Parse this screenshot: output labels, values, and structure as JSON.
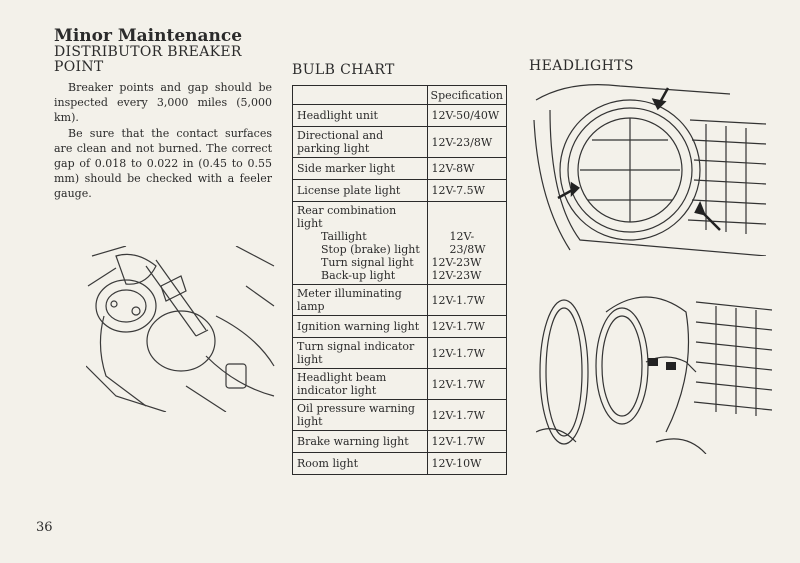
{
  "section_title": "Minor Maintenance",
  "subsection_title_line1": "DISTRIBUTOR BREAKER",
  "subsection_title_line2": "POINT",
  "paragraph1": "Breaker points and gap should be inspected every 3,000 miles (5,000 km).",
  "paragraph2": "Be sure that the contact surfaces are clean and not burned. The correct gap of 0.018 to 0.022 in (0.45 to 0.55 mm) should be checked with a feeler gauge.",
  "bulb_chart": {
    "heading": "BULB CHART",
    "spec_header": "Specification",
    "rows": [
      {
        "name": "Headlight unit",
        "spec": "12V-50/40W"
      },
      {
        "name": "Directional and parking light",
        "spec": "12V-23/8W"
      },
      {
        "name": "Side marker light",
        "spec": "12V-8W"
      },
      {
        "name": "License plate light",
        "spec": "12V-7.5W"
      },
      {
        "name": "Meter illuminating lamp",
        "spec": "12V-1.7W"
      },
      {
        "name": "Ignition warning light",
        "spec": "12V-1.7W"
      },
      {
        "name": "Turn signal indicator light",
        "spec": "12V-1.7W"
      },
      {
        "name": "Headlight beam indicator light",
        "spec": "12V-1.7W"
      },
      {
        "name": "Oil pressure warning light",
        "spec": "12V-1.7W"
      },
      {
        "name": "Brake warning light",
        "spec": "12V-1.7W"
      },
      {
        "name": "Room light",
        "spec": "12V-10W"
      }
    ],
    "rear_combination": {
      "title": "Rear combination light",
      "items": [
        {
          "name": "Taillight",
          "spec": "12V-"
        },
        {
          "name": "Stop (brake) light",
          "spec": "23/8W"
        },
        {
          "name": "Turn signal light",
          "spec": "12V-23W"
        },
        {
          "name": "Back-up light",
          "spec": "12V-23W"
        }
      ]
    }
  },
  "headlights_heading": "HEADLIGHTS",
  "page_number": "36"
}
